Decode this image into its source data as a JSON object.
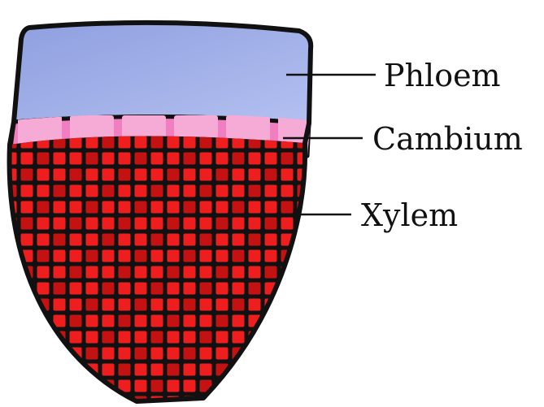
{
  "diagram": {
    "labels": {
      "phloem": "Phloem",
      "cambium": "Cambium",
      "xylem": "Xylem"
    },
    "colors": {
      "phloem": "#8f9fe0",
      "phloem_light": "#b3c0f0",
      "cambium": "#f07ec0",
      "cambium_cell": "#f6aad6",
      "xylem": "#ee1e1e",
      "xylem_cell_dark": "#c41212",
      "outline": "#111111",
      "background": "#ffffff"
    }
  }
}
